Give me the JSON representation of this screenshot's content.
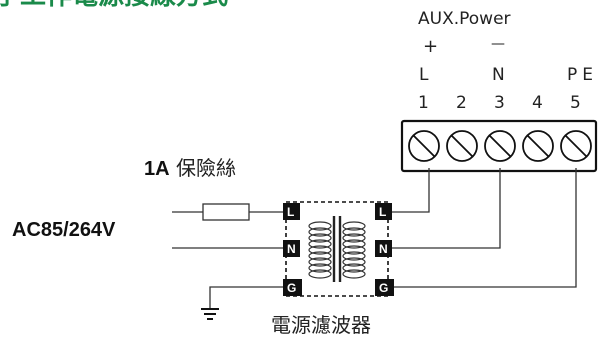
{
  "header": {
    "title_fragment": "子工作電源接線方式"
  },
  "terminal_block": {
    "title": "AUX.Power",
    "plus_sign": "+",
    "minus_sign": "—",
    "letters": [
      "L",
      "",
      "N",
      "",
      "PE"
    ],
    "numbers": [
      "1",
      "2",
      "3",
      "4",
      "5"
    ]
  },
  "fuse": {
    "rating": "1A",
    "name": "保險絲"
  },
  "input": {
    "voltage": "AC85/264V"
  },
  "filter": {
    "name": "電源濾波器",
    "left_terminals": [
      "L",
      "N",
      "G"
    ],
    "right_terminals": [
      "L",
      "N",
      "G"
    ]
  },
  "icons": {
    "ground": "ground-icon",
    "transformer": "transformer-coil-icon",
    "screw": "screw-terminal-icon"
  },
  "colors": {
    "title_green": "#1a8a4a",
    "ink": "#111111",
    "wire": "#333333"
  }
}
